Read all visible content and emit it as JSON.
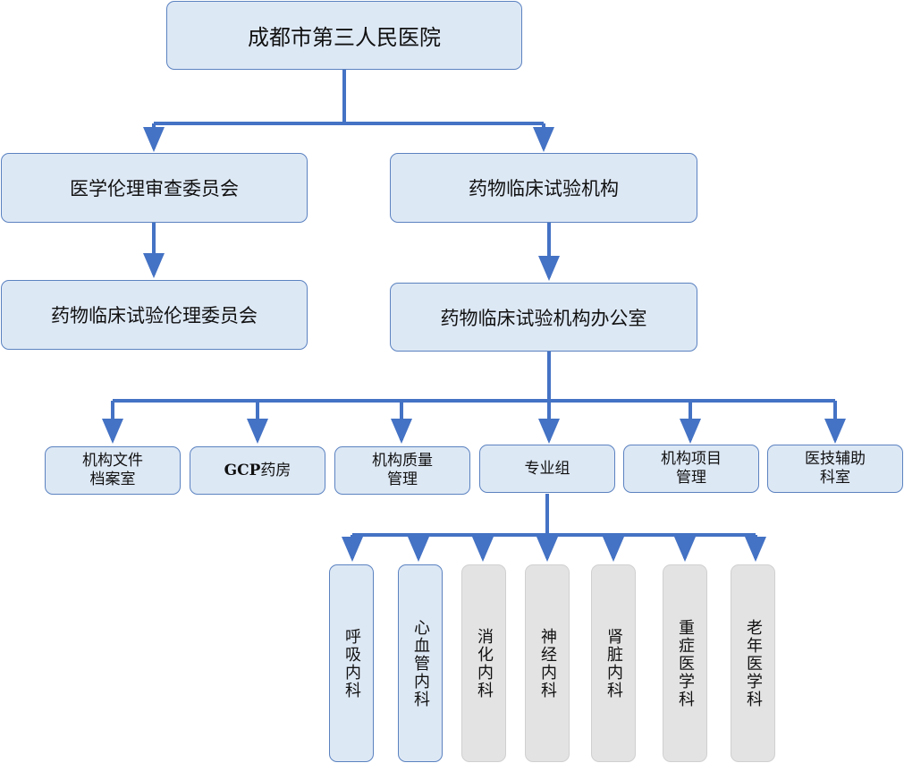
{
  "root": {
    "label": "成都市第三人民医院"
  },
  "ethics_committee": {
    "label": "医学伦理审查委员会"
  },
  "drug_trial_ethics": {
    "label": "药物临床试验伦理委员会"
  },
  "trial_institution": {
    "label": "药物临床试验机构"
  },
  "institution_office": {
    "label": "药物临床试验机构办公室"
  },
  "office_units": [
    {
      "label_line1": "机构文件",
      "label_line2": "档案室"
    },
    {
      "label_bold": "GCP",
      "label_rest": "药房"
    },
    {
      "label_line1": "机构质量",
      "label_line2": "管理"
    },
    {
      "label": "专业组"
    },
    {
      "label_line1": "机构项目",
      "label_line2": "管理"
    },
    {
      "label_line1": "医技辅助",
      "label_line2": "科室"
    }
  ],
  "departments": [
    {
      "label": "呼吸内科",
      "highlight": true
    },
    {
      "label": "心血管内科",
      "highlight": true
    },
    {
      "label": "消化内科",
      "highlight": false
    },
    {
      "label": "神经内科",
      "highlight": false
    },
    {
      "label": "肾脏内科",
      "highlight": false
    },
    {
      "label": "重症医学科",
      "highlight": false
    },
    {
      "label": "老年医学科",
      "highlight": false
    }
  ],
  "colors": {
    "line": "#4472c4",
    "box_fill": "#dde8f5",
    "box_border": "#5b82c0",
    "gray_fill": "#e3e3e3"
  }
}
